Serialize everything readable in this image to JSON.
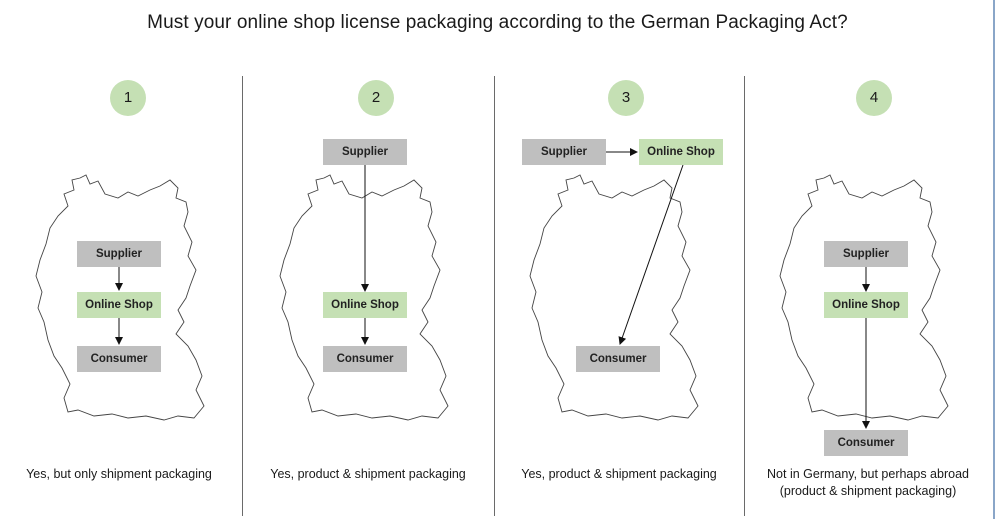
{
  "title": "Must your online shop license packaging according to the German Packaging Act?",
  "panels": [
    {
      "number": "1",
      "boxes": {
        "supplier": "Supplier",
        "online_shop": "Online Shop",
        "consumer": "Consumer"
      },
      "caption": "Yes, but only shipment packaging"
    },
    {
      "number": "2",
      "boxes": {
        "supplier": "Supplier",
        "online_shop": "Online Shop",
        "consumer": "Consumer"
      },
      "caption": "Yes, product & shipment packaging"
    },
    {
      "number": "3",
      "boxes": {
        "supplier": "Supplier",
        "online_shop": "Online Shop",
        "consumer": "Consumer"
      },
      "caption": "Yes, product & shipment packaging"
    },
    {
      "number": "4",
      "boxes": {
        "supplier": "Supplier",
        "online_shop": "Online Shop",
        "consumer": "Consumer"
      },
      "caption_line1": "Not in Germany, but perhaps abroad",
      "caption_line2": "(product & shipment packaging)"
    }
  ],
  "colors": {
    "green": "#c5e0b4",
    "gray": "#bfbfbf",
    "divider": "#6a6a6a"
  }
}
